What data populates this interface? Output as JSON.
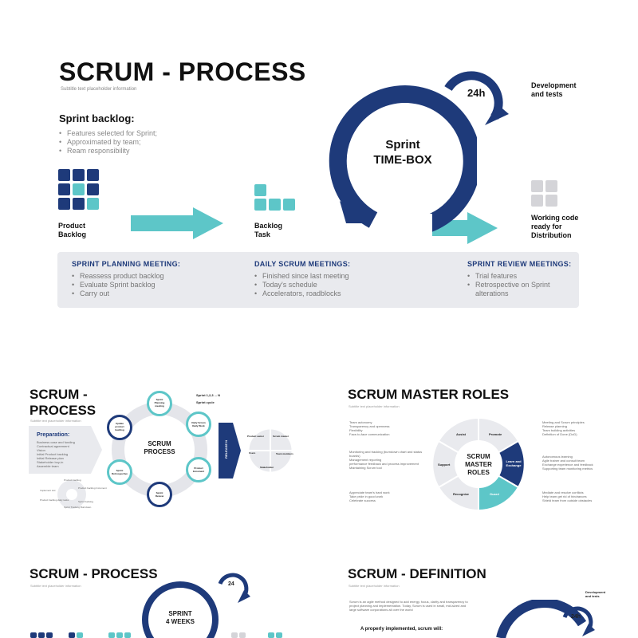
{
  "main": {
    "title": "SCRUM - PROCESS",
    "subtitle": "Subtitle text placeholder information",
    "sprint_backlog_title": "Sprint backlog:",
    "sprint_backlog_items": [
      "Features selected for Sprint;",
      "Approximated by team;",
      "Ream responsibility"
    ],
    "product_backlog_label": [
      "Product",
      "Backlog"
    ],
    "backlog_task_label": [
      "Backlog",
      "Task"
    ],
    "sprint_label": [
      "Sprint",
      "TIME-BOX"
    ],
    "hours_label": "24h",
    "dev_label": [
      "Development",
      "and tests"
    ],
    "working_label": [
      "Working code",
      "ready for",
      "Distribution"
    ],
    "meetings": [
      {
        "title": "SPRINT PLANNING MEETING:",
        "items": [
          "Reassess product backlog",
          "Evaluate Sprint backlog",
          "Carry out"
        ]
      },
      {
        "title": "DAILY SCRUM MEETINGS:",
        "items": [
          "Finished since last meeting",
          "Today's schedule",
          "Accelerators, roadblocks"
        ]
      },
      {
        "title": "SPRINT REVIEW MEETINGS:",
        "items": [
          "Trial features",
          "Retrospective on Sprint alterations"
        ]
      }
    ],
    "colors": {
      "navy": "#1e3a7a",
      "teal": "#5dc6c8",
      "grey": "#d4d4d8",
      "panel": "#e9eaee"
    }
  },
  "thumb1": {
    "title": [
      "SCRUM -",
      "PROCESS"
    ],
    "subtitle": "Subtitle text placeholder information",
    "center": [
      "SCRUM",
      "PROCESS"
    ],
    "sprint_note": [
      "Sprint 1,2,3 ... N",
      "Sprint cycle"
    ],
    "nodes": [
      [
        "Sprint",
        "Planning",
        "meeting"
      ],
      [
        "Daily Scrum",
        "Daily Work"
      ],
      [
        "Product",
        "Increment"
      ],
      [
        "Sprint",
        "Review"
      ],
      [
        "Sprint",
        "Retrospective"
      ],
      [
        "Update",
        "product",
        "backlog"
      ]
    ],
    "release": "RELEASE N",
    "roles": [
      "Product owner",
      "Scrum master",
      "Team members",
      "Stakeholder",
      "Users"
    ],
    "preparation_title": "Preparation:",
    "preparation_items": [
      "Business case and funding",
      "Contractual agreement",
      "Vision",
      "Initial Product backlog",
      "Initial Release plan",
      "Stakeholder buy-in",
      "Assemble team"
    ],
    "small_labels": [
      "Product backlog",
      "Implement List",
      "Product backlog Increment",
      "Product backlog daily tasks",
      "Sprint backlog",
      "Sprint Tracking Burndown"
    ]
  },
  "thumb2": {
    "title": "SCRUM MASTER ROLES",
    "subtitle": "Subtitle text placeholder information",
    "center": [
      "SCRUM",
      "MASTER",
      "ROLES"
    ],
    "segments": [
      "Assist",
      "Promote",
      "Learn and Exchange",
      "Guard",
      "Recognize",
      "Support"
    ],
    "left_groups": [
      [
        "Team autonomy",
        "Transparency and openness",
        "Flexibility",
        "Face-to-face communication"
      ],
      [
        "Monitoring and tracking (burndown chart and status boards)",
        "Management reporting",
        "performance feedback and process improvement",
        "Maintaining Scrum tool"
      ],
      [
        "Appreciate team's hard work",
        "Take pride in good work",
        "Celebrate success"
      ]
    ],
    "right_groups": [
      [
        "Meeting and Scrum principles",
        "Release planning",
        "Team building activities",
        "Definition of Done (DoD)"
      ],
      [
        "Autonomous learning",
        "Agile trainer and consult team",
        "Exchange experience and feedback",
        "Supporting team monitoring metrics"
      ],
      [
        "Mediate and resolve conflicts",
        "Help team get rid of hindrances",
        "Shield team from outside obstacles"
      ]
    ]
  },
  "thumb3": {
    "title": "SCRUM - PROCESS",
    "subtitle": "Subtitle text placeholder information",
    "sprint": [
      "SPRINT",
      "4 WEEKS"
    ],
    "hours": "24"
  },
  "thumb4": {
    "title": "SCRUM - DEFINITION",
    "subtitle": "Subtitle text placeholder information",
    "body": "Scrum is an agile method designed to add energy, focus, clarity and transparency to project planning and implementation. Today, Scrum is used in small, mid-sized and large software corporations all over the world",
    "implemented": "A properly implemented, scrum will:",
    "dev_label": [
      "Development",
      "and tests"
    ],
    "hours": "24h"
  }
}
